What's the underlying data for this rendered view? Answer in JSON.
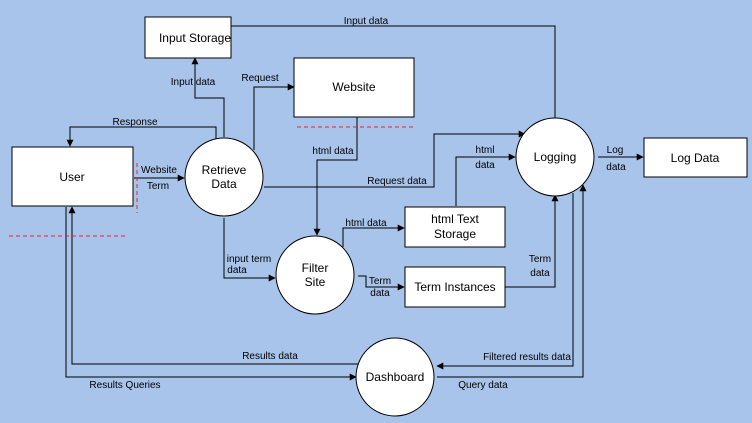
{
  "colors": {
    "background": "#a9c4eb",
    "node_fill": "#ffffff",
    "line": "#000000",
    "dash_red": "#e8242a"
  },
  "nodes": {
    "input_storage": "Input Storage",
    "website": "Website",
    "user": "User",
    "retrieve_data_1": "Retrieve",
    "retrieve_data_2": "Data",
    "logging": "Logging",
    "log_data": "Log Data",
    "filter_site_1": "Filter",
    "filter_site_2": "Site",
    "html_text_storage_1": "html Text",
    "html_text_storage_2": "Storage",
    "term_instances": "Term Instances",
    "dashboard": "Dashboard"
  },
  "edges": {
    "input_data_top": "Input data",
    "input_data_left": "Input data",
    "request": "Request",
    "response": "Response",
    "website_term_1": "Website",
    "website_term_2": "Term",
    "html_data_website": "html data",
    "request_data": "Request data",
    "html_data_logging_1": "html",
    "html_data_logging_2": "data",
    "log_data_1": "Log",
    "log_data_2": "data",
    "html_data_filter": "html data",
    "input_term_data_1": "input term",
    "input_term_data_2": "data",
    "term_data_filter_1": "Term",
    "term_data_filter_2": "data",
    "term_data_logging_1": "Term",
    "term_data_logging_2": "data",
    "results_data": "Results data",
    "filtered_results_data": "Filtered results data",
    "results_queries": "Results Queries",
    "query_data": "Query data"
  }
}
